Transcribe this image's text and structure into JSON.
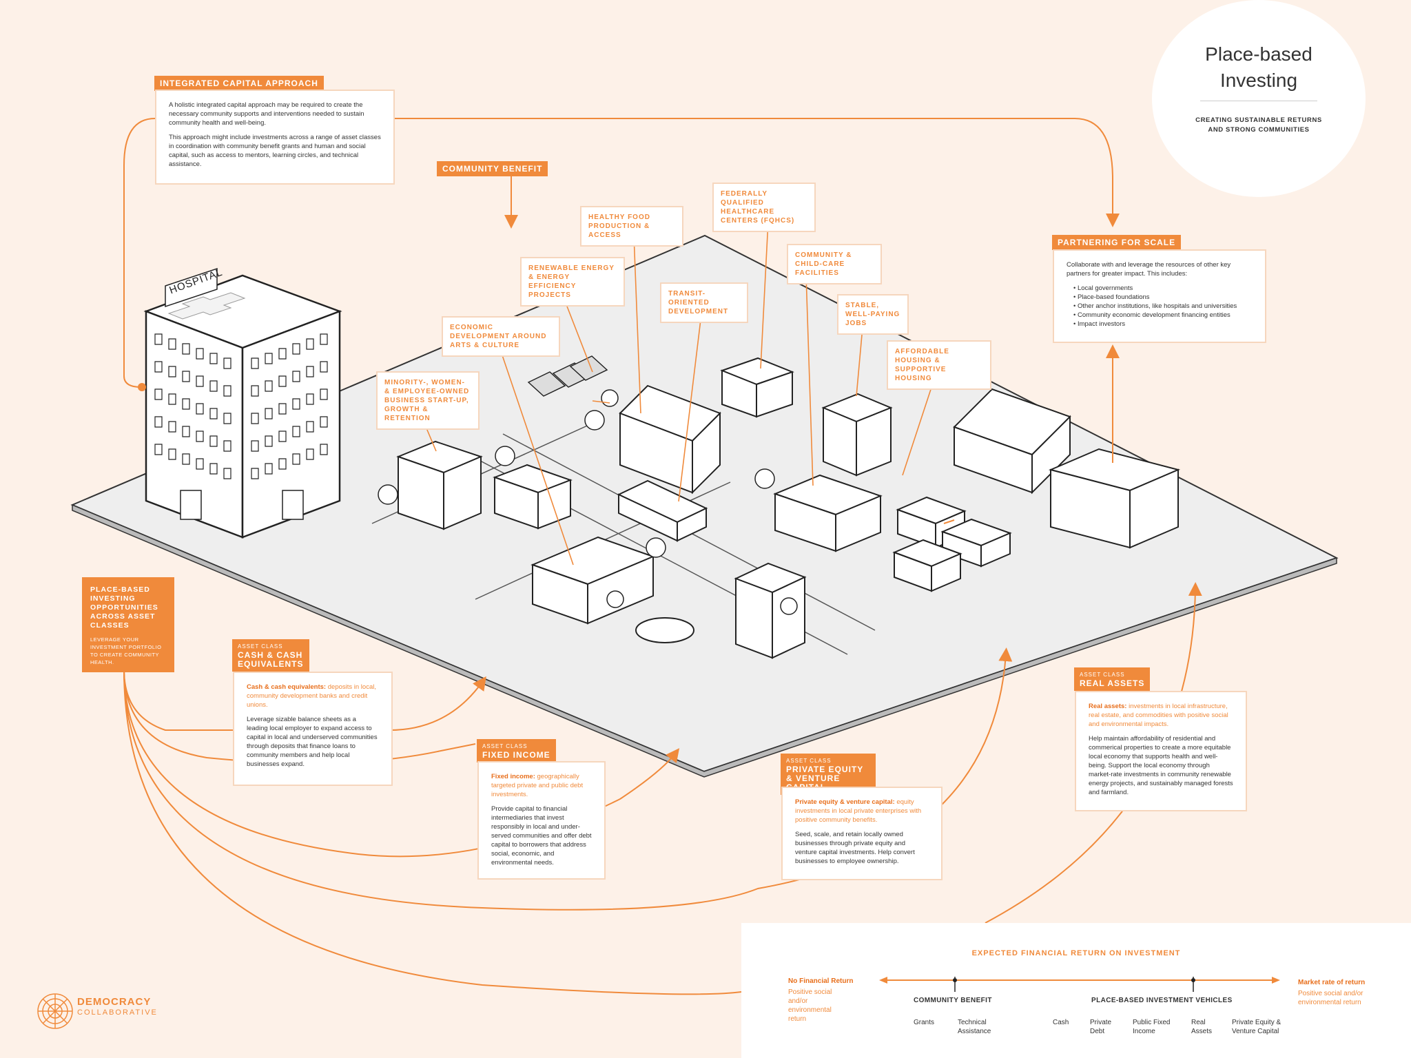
{
  "title": {
    "main_line1": "Place-based",
    "main_line2": "Investing",
    "subtitle": "CREATING SUSTAINABLE RETURNS AND STRONG COMMUNITIES"
  },
  "integrated": {
    "tag": "INTEGRATED CAPITAL APPROACH",
    "p1": "A holistic integrated capital approach may be required to create the necessary community supports and interventions needed to sustain community health and well-being.",
    "p2": "This approach might include investments across a range of asset classes in coordination with community benefit grants and human and social capital, such as access to mentors, learning circles, and technical assistance."
  },
  "community_benefit_tag": "COMMUNITY BENEFIT",
  "partnering": {
    "tag": "PARTNERING FOR SCALE",
    "intro": "Collaborate with and leverage the resources of other key partners for greater impact. This includes:",
    "items": [
      "Local governments",
      "Place-based foundations",
      "Other anchor institutions, like hospitals and universities",
      "Community economic development financing entities",
      "Impact investors"
    ]
  },
  "hospital_sign": "HOSPITAL",
  "city_labels": {
    "healthy_food": "HEALTHY FOOD PRODUCTION & ACCESS",
    "fqhc": "FEDERALLY QUALIFIED HEALTHCARE CENTERS (FQHCS)",
    "renewable": "RENEWABLE ENERGY & ENERGY EFFICIENCY PROJECTS",
    "transit": "TRANSIT-ORIENTED DEVELOPMENT",
    "childcare": "COMMUNITY & CHILD-CARE FACILITIES",
    "jobs": "STABLE, WELL-PAYING JOBS",
    "arts": "ECONOMIC DEVELOPMENT AROUND ARTS & CULTURE",
    "housing": "AFFORDABLE HOUSING & SUPPORTIVE HOUSING",
    "minority": "MINORITY-, WOMEN- & EMPLOYEE-OWNED BUSINESS START-UP, GROWTH & RETENTION"
  },
  "place_based": {
    "title": "PLACE-BASED INVESTING OPPORTUNITIES ACROSS ASSET CLASSES",
    "sub": "LEVERAGE YOUR INVESTMENT PORTFOLIO TO CREATE COMMUNITY HEALTH."
  },
  "asset_classes": {
    "class_label": "ASSET CLASS",
    "cash": {
      "tag": "CASH & CASH EQUIVALENTS",
      "lead_bold": "Cash & cash equivalents:",
      "lead": "deposits in local, community development banks and credit unions.",
      "body": "Leverage sizable balance sheets as a leading local employer to expand access to capital in local and underserved communities through deposits that finance loans to community members and help local businesses expand."
    },
    "fixed": {
      "tag": "FIXED INCOME",
      "lead_bold": "Fixed income:",
      "lead": "geographically targeted private and public debt investments.",
      "body": "Provide capital to financial intermediaries that invest responsibly in local and under-served communities and offer debt capital to borrowers that address social, economic, and environmental needs."
    },
    "pe": {
      "tag": "PRIVATE EQUITY & VENTURE CAPITAL",
      "lead_bold": "Private equity & venture capital:",
      "lead": "equity investments in local private enterprises with positive community benefits.",
      "body": "Seed, scale, and retain locally owned businesses through private equity and venture capital investments. Help convert businesses to employee ownership."
    },
    "real": {
      "tag": "REAL ASSETS",
      "lead_bold": "Real assets:",
      "lead": "investments in local infrastructure, real estate, and commodities with positive social and environmental impacts.",
      "body": "Help maintain affordability of residential and commerical properties to create a more equitable local economy that supports health and well-being. Support the local economy through market-rate investments in community renewable energy projects, and sustainably managed forests and farmland."
    }
  },
  "legend": {
    "title": "EXPECTED FINANCIAL RETURN ON INVESTMENT",
    "left_bold": "No Financial Return",
    "left_sub": "Positive social and/or environmental return",
    "right_bold": "Market rate of return",
    "right_sub": "Positive social and/or environmental return",
    "group1": "COMMUNITY BENEFIT",
    "group2": "PLACE-BASED INVESTMENT VEHICLES",
    "items": [
      "Grants",
      "Technical Assistance",
      "Cash",
      "Private Debt",
      "Public Fixed Income",
      "Real Assets",
      "Private Equity & Venture Capital"
    ]
  },
  "logo": {
    "line1": "DEMOCRACY",
    "line2": "COLLABORATIVE"
  },
  "colors": {
    "accent": "#f08a3b",
    "background": "#fdf1e8",
    "border": "#f6d6bd"
  }
}
